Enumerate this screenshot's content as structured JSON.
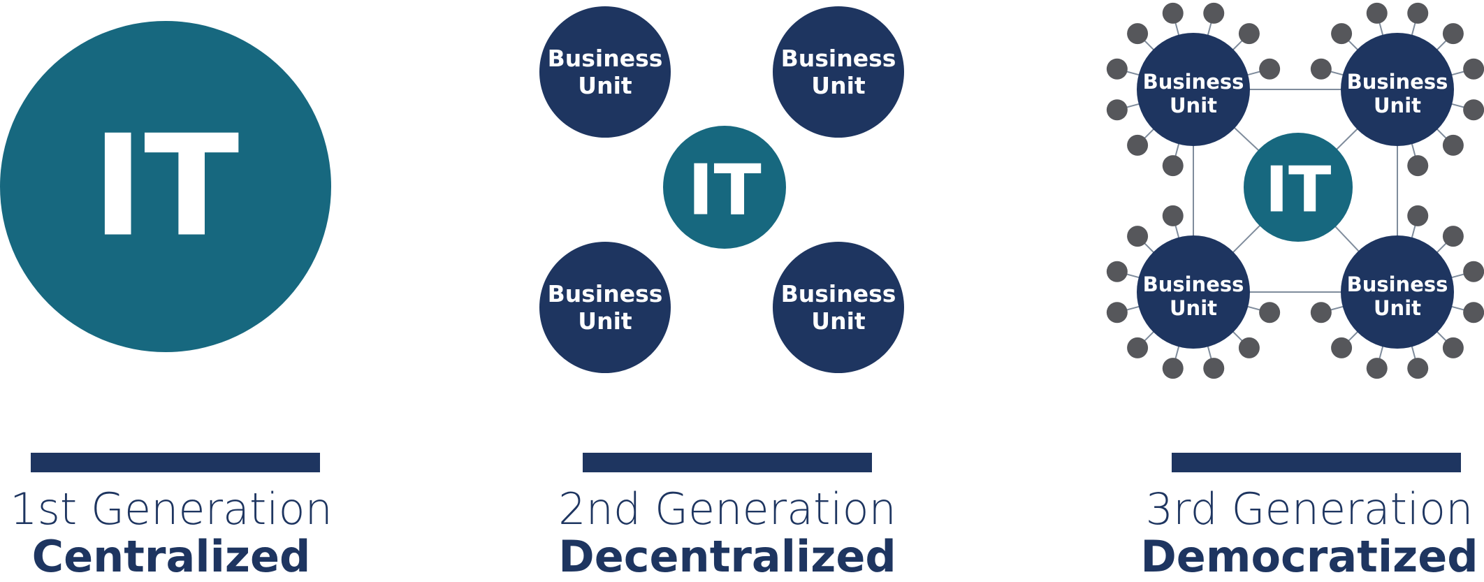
{
  "colors": {
    "it": "#17687f",
    "business_unit": "#1e3560",
    "satellite": "#56575b",
    "connector": "#7f8c9c",
    "text_light": "#ffffff",
    "text_dark": "#1e3560"
  },
  "labels": {
    "it": "IT",
    "business_unit_line1": "Business",
    "business_unit_line2": "Unit"
  },
  "panels": [
    {
      "generation": "1st Generation",
      "model": "Centralized"
    },
    {
      "generation": "2nd Generation",
      "model": "Decentralized"
    },
    {
      "generation": "3rd Generation",
      "model": "Democratized"
    }
  ]
}
